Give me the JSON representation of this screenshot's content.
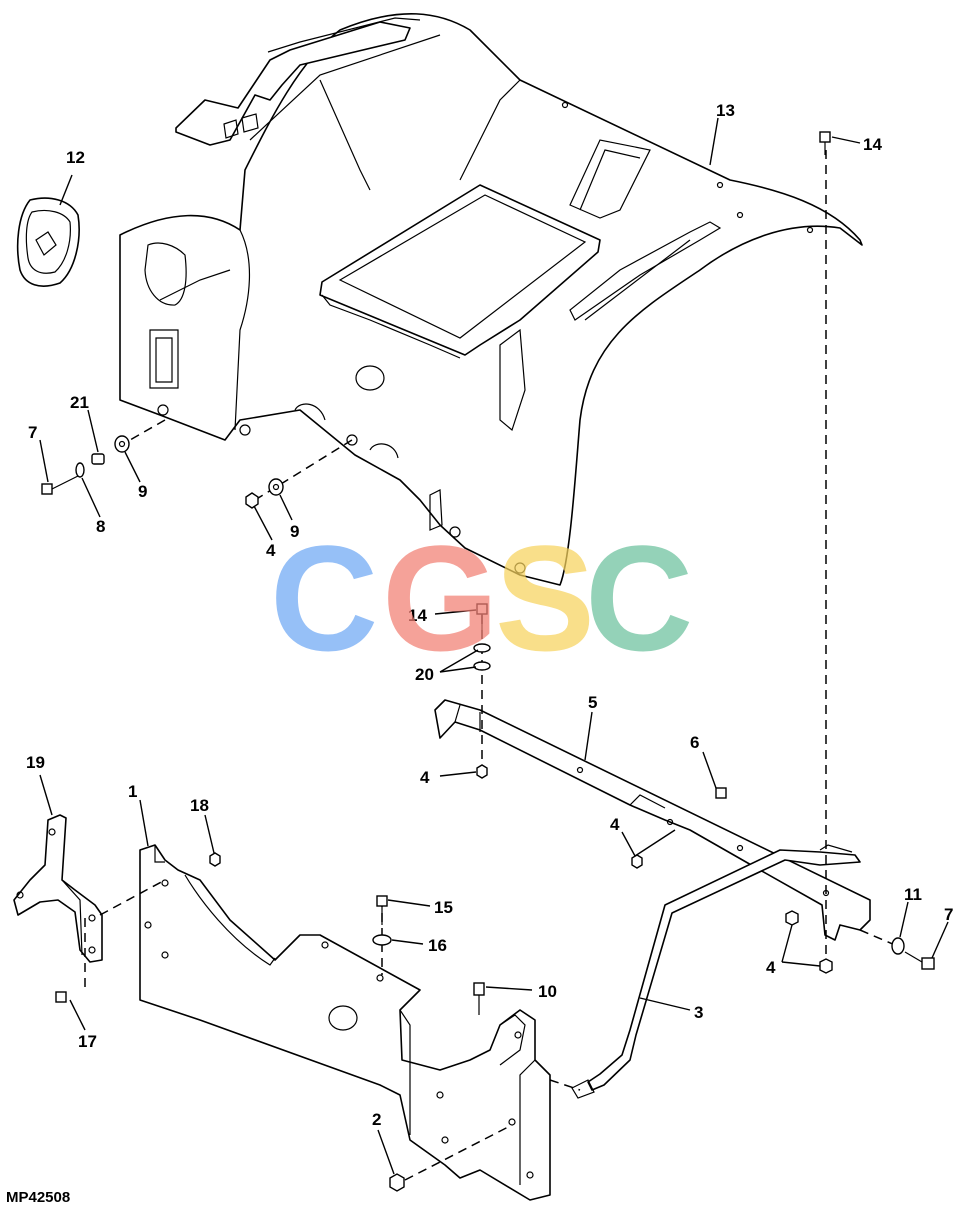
{
  "figure_id": "MP42508",
  "watermark": {
    "letters": [
      {
        "char": "C",
        "color": "#6fa8f5"
      },
      {
        "char": "G",
        "color": "#f27f73"
      },
      {
        "char": "S",
        "color": "#f7d35e"
      },
      {
        "char": "C",
        "color": "#6cc29e"
      }
    ]
  },
  "callouts": {
    "c1": "1",
    "c2": "2",
    "c3": "3",
    "c4a": "4",
    "c4b": "4",
    "c4c": "4",
    "c4d": "4",
    "c5": "5",
    "c6": "6",
    "c7a": "7",
    "c7b": "7",
    "c8": "8",
    "c9a": "9",
    "c9b": "9",
    "c10": "10",
    "c11": "11",
    "c12": "12",
    "c13": "13",
    "c14a": "14",
    "c14b": "14",
    "c15": "15",
    "c16": "16",
    "c17": "17",
    "c18": "18",
    "c19": "19",
    "c20": "20",
    "c21": "21"
  }
}
